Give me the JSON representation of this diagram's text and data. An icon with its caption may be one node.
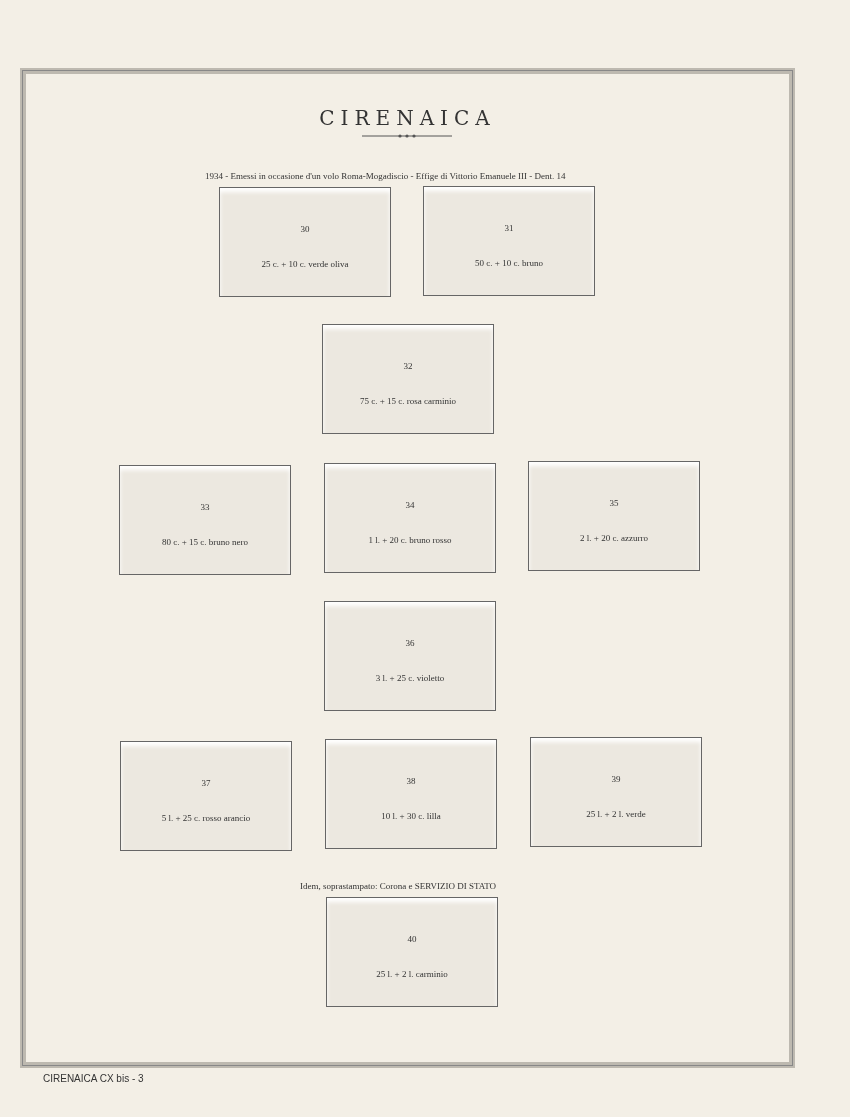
{
  "diagram": {
    "title": "CIRENAICA",
    "nodes": [
      {
        "text": [
          "30",
          "25 c. + 10 c. verde oliva"
        ]
      },
      {
        "text": [
          "31",
          "50 c. + 10 c. bruno"
        ]
      },
      {
        "text": [
          "32",
          "75 c. + 15 c. rosa carminio"
        ]
      },
      {
        "text": [
          "33",
          "80 c. + 15 c. bruno nero"
        ]
      },
      {
        "text": [
          "34",
          "1 l. + 20 c. bruno rosso"
        ]
      },
      {
        "text": [
          "35",
          "2 l. + 20 c. azzurro"
        ]
      },
      {
        "text": [
          "36",
          "3 l. + 25 c. violetto"
        ]
      },
      {
        "text": [
          "37",
          "5 l. + 25 c. rosso arancio"
        ]
      },
      {
        "text": [
          "38",
          "10 l. + 30 c. lilla"
        ]
      },
      {
        "text": [
          "39",
          "25 l. + 2 l. verde"
        ]
      },
      {
        "text": [
          "40",
          "25 l. + 2 l. carminio"
        ]
      }
    ],
    "labels": [
      "1934 - Emessi in occasione d'un volo Roma-Mogadiscio - Effige di Vittorio Emanuele III - Dent. 14",
      "Idem, soprastampato: Corona e SERVIZIO DI STATO",
      "CIRENAICA CX bis - 3"
    ]
  }
}
